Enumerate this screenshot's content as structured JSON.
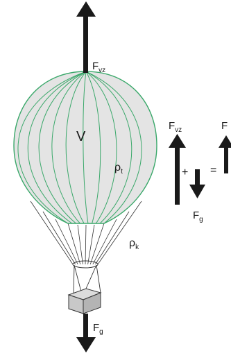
{
  "labels": {
    "volume": "V",
    "rho_gas": "ρ",
    "rho_gas_sub": "t",
    "rho_air": "ρ",
    "rho_air_sub": "k",
    "force_lift": "F",
    "force_lift_sub": "vz",
    "force_gravity": "F",
    "force_gravity_sub": "g",
    "plus": "+",
    "equals": "=",
    "force_result": "F"
  },
  "colors": {
    "envelope_stroke": "#3aa86a",
    "envelope_fill": "#e4e4e4",
    "volume_label": "#3aa86a",
    "arrow": "#1a1a1a",
    "rope": "#333333",
    "basket_fill": "#c8c8c8"
  },
  "icons": {
    "lift_arrow": "arrow-up-icon",
    "gravity_arrow": "arrow-down-icon"
  }
}
